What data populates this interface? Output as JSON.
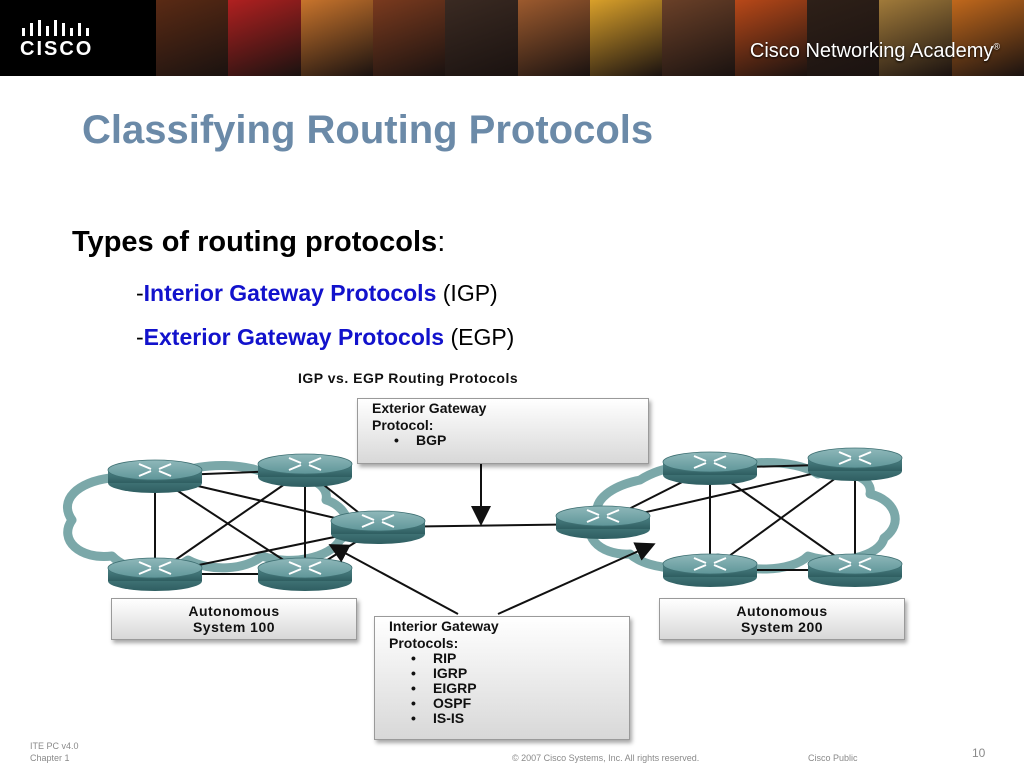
{
  "banner": {
    "logo_text": "CISCO",
    "academy_text": "Cisco Networking Academy",
    "academy_mark": "®",
    "photo_tiles": [
      "#5a2a14",
      "#b02020",
      "#c8742c",
      "#7a3a1e",
      "#3a2a22",
      "#9c5a2e",
      "#d9a02a",
      "#6a4028",
      "#b84818",
      "#2e2018",
      "#a07a3a",
      "#c0681c"
    ]
  },
  "slide": {
    "title": "Classifying Routing Protocols",
    "bullet_main": "Types of routing protocols",
    "bullet_colon": ":",
    "sub_bullets": [
      {
        "dash": "-",
        "highlight": "Interior Gateway Protocols",
        "suffix": " (IGP)"
      },
      {
        "dash": "-",
        "highlight": "Exterior Gateway Protocols",
        "suffix": " (EGP)"
      }
    ]
  },
  "diagram": {
    "title": "IGP vs. EGP Routing Protocols",
    "egp_box": {
      "heading_line1": "Exterior Gateway",
      "heading_line2": "Protocol:",
      "items": [
        "BGP"
      ]
    },
    "igp_box": {
      "heading_line1": "Interior Gateway",
      "heading_line2": "Protocols:",
      "items": [
        "RIP",
        "IGRP",
        "EIGRP",
        "OSPF",
        "IS-IS"
      ]
    },
    "as100": {
      "line1": "Autonomous",
      "line2": "System 100"
    },
    "as200": {
      "line1": "Autonomous",
      "line2": "System 200"
    }
  },
  "footer": {
    "course": "ITE PC v4.0",
    "chapter": "Chapter 1",
    "copyright": "© 2007 Cisco Systems, Inc. All rights reserved.",
    "classification": "Cisco Public",
    "page_number": "10"
  },
  "colors": {
    "title": "#6b8aa8",
    "highlight": "#1212cc",
    "router": "#4f8588",
    "cloud_outline": "#5a9294"
  }
}
